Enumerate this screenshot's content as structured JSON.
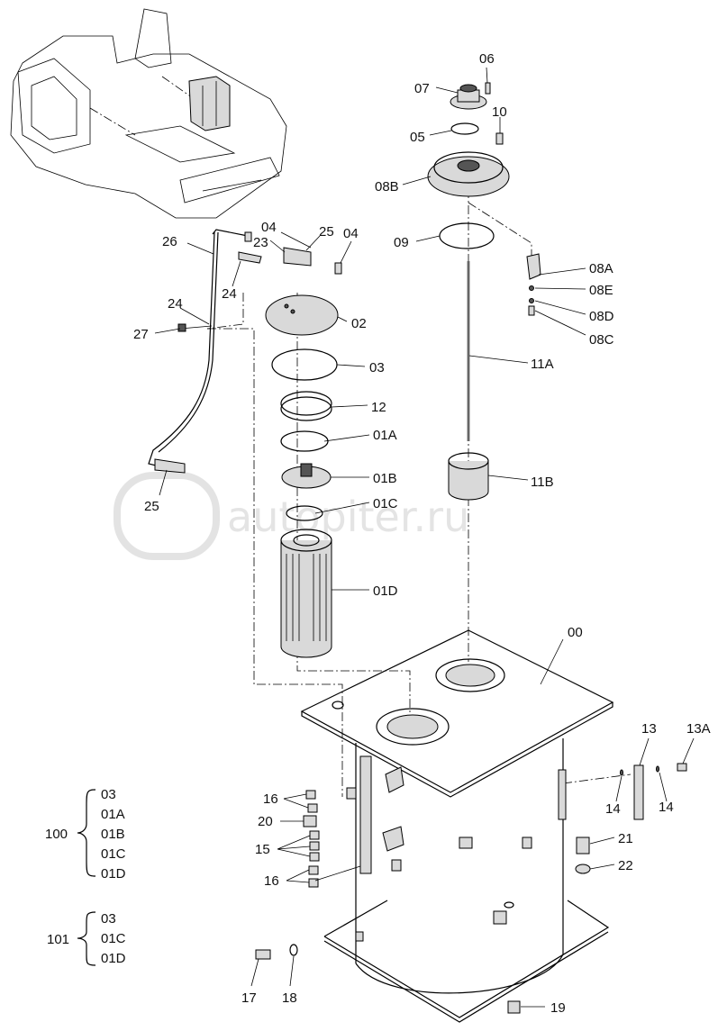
{
  "labels": {
    "l00": "00",
    "l01A": "01A",
    "l01B": "01B",
    "l01C": "01C",
    "l01D": "01D",
    "l02": "02",
    "l03": "03",
    "l04a": "04",
    "l04b": "04",
    "l05": "05",
    "l06": "06",
    "l07": "07",
    "l08A": "08A",
    "l08B": "08B",
    "l08C": "08C",
    "l08D": "08D",
    "l08E": "08E",
    "l09": "09",
    "l10": "10",
    "l11A": "11A",
    "l11B": "11B",
    "l12": "12",
    "l13": "13",
    "l13A": "13A",
    "l14a": "14",
    "l14b": "14",
    "l15": "15",
    "l16a": "16",
    "l16b": "16",
    "l17": "17",
    "l18": "18",
    "l19": "19",
    "l20": "20",
    "l21": "21",
    "l22": "22",
    "l23": "23",
    "l24a": "24",
    "l24b": "24",
    "l25a": "25",
    "l25b": "25",
    "l26": "26",
    "l27": "27"
  },
  "kit_100": {
    "number": "100",
    "items": [
      "03",
      "01A",
      "01B",
      "01C",
      "01D"
    ]
  },
  "kit_101": {
    "number": "101",
    "items": [
      "03",
      "01C",
      "01D"
    ]
  },
  "watermark": "autopiter.ru"
}
